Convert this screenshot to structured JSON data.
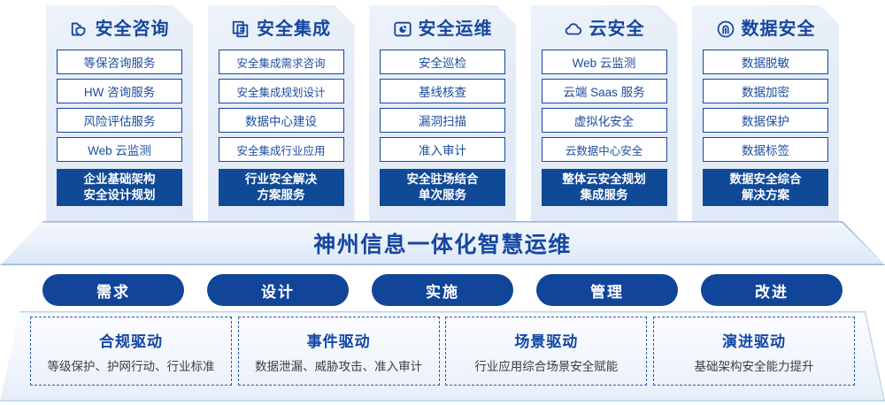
{
  "columns": [
    {
      "icon": "folder-shield-icon",
      "title": "安全咨询",
      "items": [
        "等保咨询服务",
        "HW 咨询服务",
        "风险评估服务",
        "Web 云监测"
      ],
      "summary": [
        "企业基础架构",
        "安全设计规划"
      ]
    },
    {
      "icon": "copy-documents-icon",
      "title": "安全集成",
      "items": [
        "安全集成需求咨询",
        "安全集成规划设计",
        "数据中心建设",
        "安全集成行业应用"
      ],
      "summary": [
        "行业安全解决",
        "方案服务"
      ]
    },
    {
      "icon": "chart-box-icon",
      "title": "安全运维",
      "items": [
        "安全巡检",
        "基线核查",
        "漏洞扫描",
        "准入审计"
      ],
      "summary": [
        "安全驻场结合",
        "单次服务"
      ]
    },
    {
      "icon": "cloud-icon",
      "title": "云安全",
      "items": [
        "Web 云监测",
        "云端 Saas 服务",
        "虚拟化安全",
        "云数据中心安全"
      ],
      "summary": [
        "整体云安全规划",
        "集成服务"
      ]
    },
    {
      "icon": "fingerprint-icon",
      "title": "数据安全",
      "items": [
        "数据脱敏",
        "数据加密",
        "数据保护",
        "数据标签"
      ],
      "summary": [
        "数据安全综合",
        "解决方案"
      ]
    }
  ],
  "banner": {
    "title": "神州信息一体化智慧运维"
  },
  "phases": [
    {
      "label": "需求"
    },
    {
      "label": "设计"
    },
    {
      "label": "实施"
    },
    {
      "label": "管理"
    },
    {
      "label": "改进"
    }
  ],
  "drivers": [
    {
      "title": "合规驱动",
      "subtitle": "等级保护、护网行动、行业标准"
    },
    {
      "title": "事件驱动",
      "subtitle": "数据泄漏、威胁攻击、准入审计"
    },
    {
      "title": "场景驱动",
      "subtitle": "行业应用综合场景安全赋能"
    },
    {
      "title": "演进驱动",
      "subtitle": "基础架构安全能力提升"
    }
  ],
  "colors": {
    "brand_blue": "#17479e",
    "deep_blue": "#104a97",
    "panel_bg": "#e6eef7",
    "text_gray": "#3c4043"
  }
}
